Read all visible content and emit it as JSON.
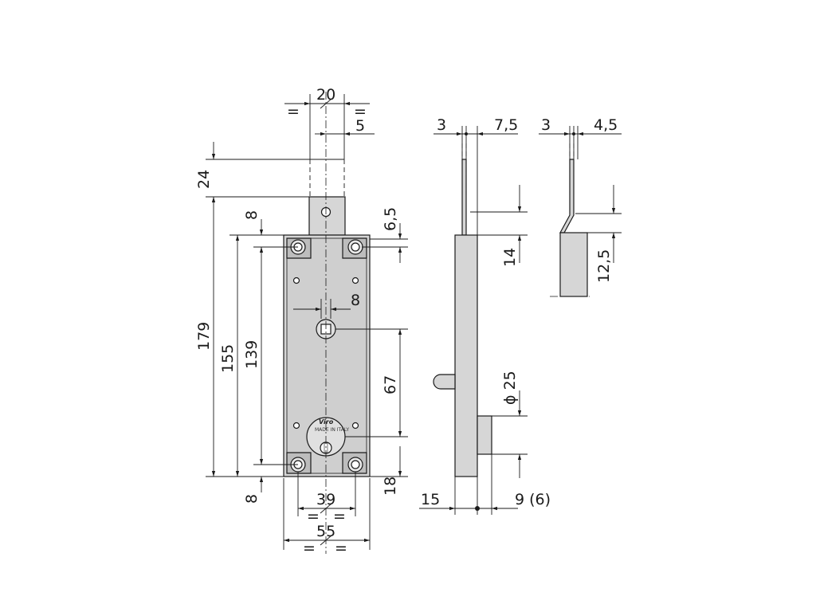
{
  "colors": {
    "body_fill": "#d6d6d6",
    "plate_fill": "#c8c8c8",
    "line": "#1a1a1a"
  },
  "front_view": {
    "brand": "Viro",
    "made_in": "MADE IN ITALY",
    "dims": {
      "width_top": "20",
      "equal_top": "=",
      "offset_top": "5",
      "overall_height": "179",
      "tab_height": "24",
      "body_height": "155",
      "hole_spacing": "139",
      "top_margin": "8",
      "bottom_margin": "8",
      "top_hole": "6,5",
      "square_width": "8",
      "square_to_cyl": "67",
      "bottom_offset": "18",
      "hole_width": "39",
      "body_width": "55",
      "equal": "="
    }
  },
  "side_view": {
    "dims": {
      "tab_thickness": "3",
      "tab_offset": "7,5",
      "tab_length": "14",
      "cyl_dia": "ϕ 25",
      "body_depth": "15",
      "cyl_projection": "9 (6)"
    }
  },
  "side_view_alt": {
    "dims": {
      "tab_thickness": "3",
      "tab_offset": "4,5",
      "tab_length": "12,5"
    }
  }
}
